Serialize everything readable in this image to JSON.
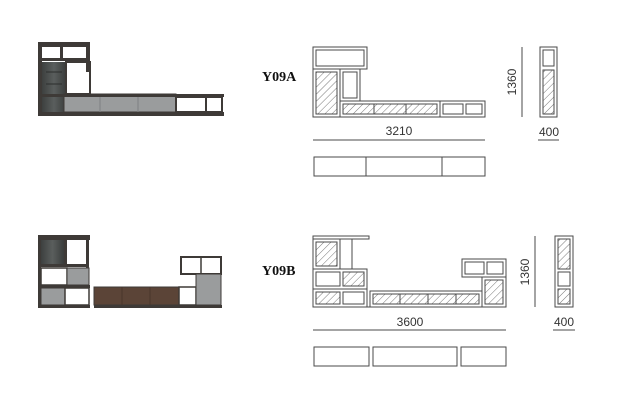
{
  "variants": [
    {
      "model": "Y09A",
      "width_label": "3210",
      "height_label": "1360",
      "depth_label": "400"
    },
    {
      "model": "Y09B",
      "width_label": "3600",
      "height_label": "1360",
      "depth_label": "400"
    }
  ],
  "colors": {
    "frame": "#3e3a37",
    "glass": "#4d504f",
    "grey_panel": "#9a9c9d",
    "walnut": "#5b4437",
    "line": "#4a4a4a"
  }
}
